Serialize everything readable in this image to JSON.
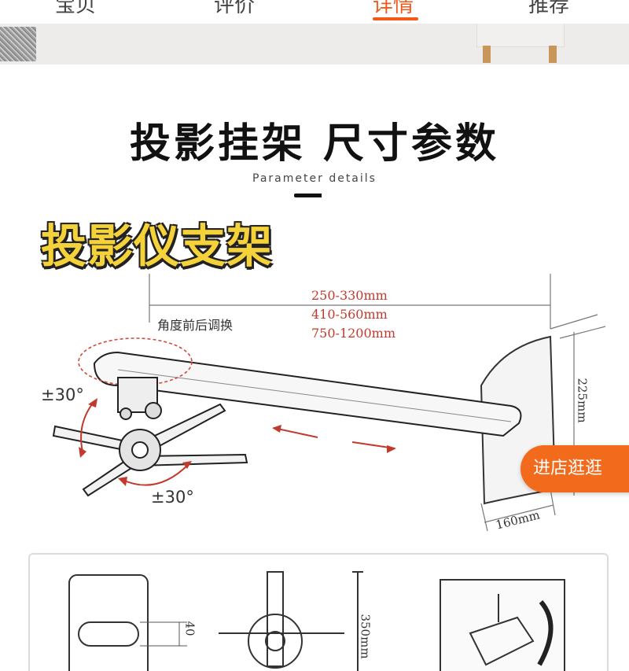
{
  "tabs": [
    {
      "label": "宝贝",
      "active": false
    },
    {
      "label": "评价",
      "active": false
    },
    {
      "label": "详情",
      "active": true
    },
    {
      "label": "推荐",
      "active": false
    }
  ],
  "accent_color": "#f25a1c",
  "heading": {
    "title": "投影挂架 尺寸参数",
    "subtitle": "Parameter details"
  },
  "badge": "投影仪支架",
  "diagram": {
    "length_options": [
      "250-330mm",
      "410-560mm",
      "750-1200mm"
    ],
    "note": "角度前后调换",
    "angle_left": "±30°",
    "angle_bottom": "±30°",
    "height": "225mm",
    "width": "160mm"
  },
  "bottom_drawings": {
    "slot_height": "40",
    "plate_size": "350mm"
  },
  "store_button": "进店逛逛"
}
